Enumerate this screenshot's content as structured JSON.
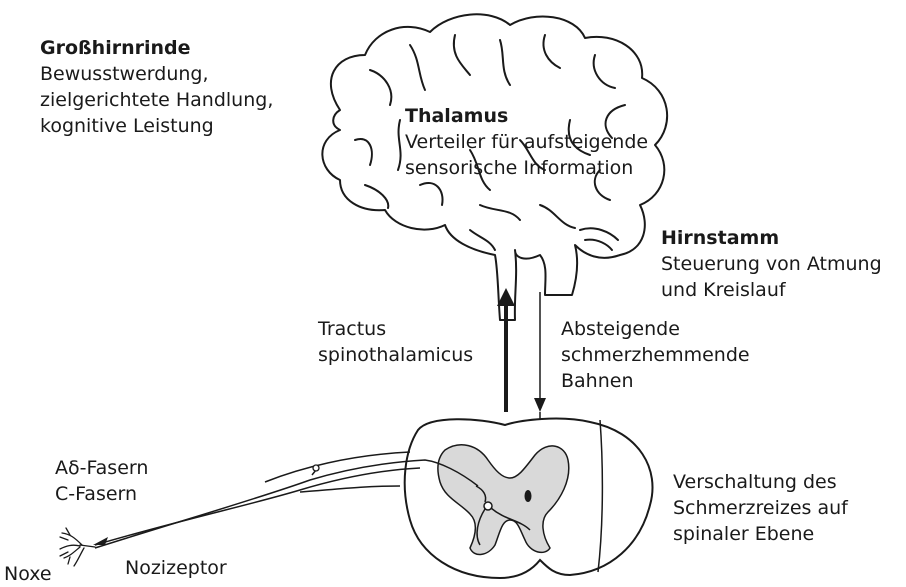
{
  "cortex": {
    "title": "Großhirnrinde",
    "lines": [
      "Bewusstwerdung,",
      "zielgerichtete Handlung,",
      "kognitive Leistung"
    ]
  },
  "thalamus": {
    "title": "Thalamus",
    "lines": [
      "Verteiler für aufsteigende",
      "sensorische Information"
    ]
  },
  "brainstem": {
    "title": "Hirnstamm",
    "lines": [
      "Steuerung von Atmung",
      "und Kreislauf"
    ]
  },
  "tract": {
    "lines": [
      "Tractus",
      "spinothalamicus"
    ]
  },
  "descending": {
    "lines": [
      "Absteigende",
      "schmerzhemmende",
      "Bahnen"
    ]
  },
  "fibers": {
    "lines": [
      "Aδ-Fasern",
      "C-Fasern"
    ]
  },
  "spinal": {
    "lines": [
      "Verschaltung des",
      "Schmerzreizes auf",
      "spinaler Ebene"
    ]
  },
  "nociceptor": {
    "label": "Nozizeptor"
  },
  "noxe": {
    "label": "Noxe"
  }
}
